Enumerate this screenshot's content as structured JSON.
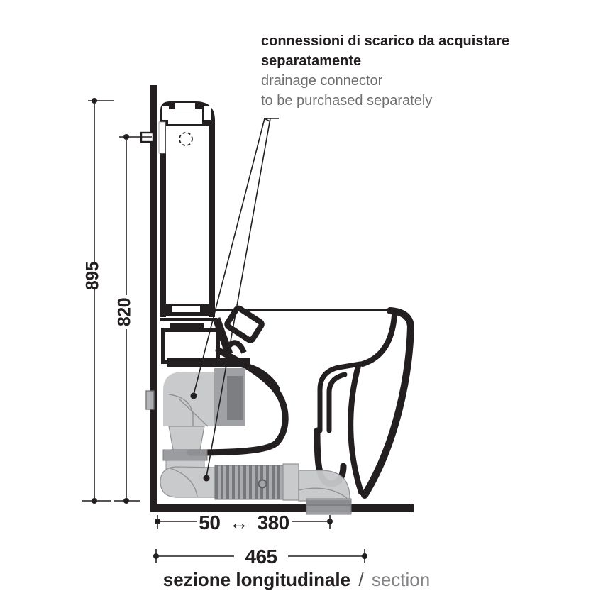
{
  "annotation": {
    "bold_line1": "connessioni di scarico da acquistare",
    "bold_line2": "separatamente",
    "gray_line1": "drainage connector",
    "gray_line2": "to be purchased separately"
  },
  "dimensions": {
    "total_height": "895",
    "inlet_height": "820",
    "drain_min": "50",
    "drain_arrow": "↔",
    "drain_max": "380",
    "total_depth": "465"
  },
  "caption": {
    "title_it": "sezione longitudinale",
    "separator": "/",
    "title_en": "section"
  },
  "colors": {
    "ink": "#231f20",
    "gray_text": "#6d6e71",
    "caption_gray": "#808285",
    "connector_light": "#c7c8ca",
    "connector_mid": "#9b9ca0",
    "connector_dark": "#77787c",
    "rib_dark": "#6f7074",
    "rib_light": "#a6a7ab"
  }
}
